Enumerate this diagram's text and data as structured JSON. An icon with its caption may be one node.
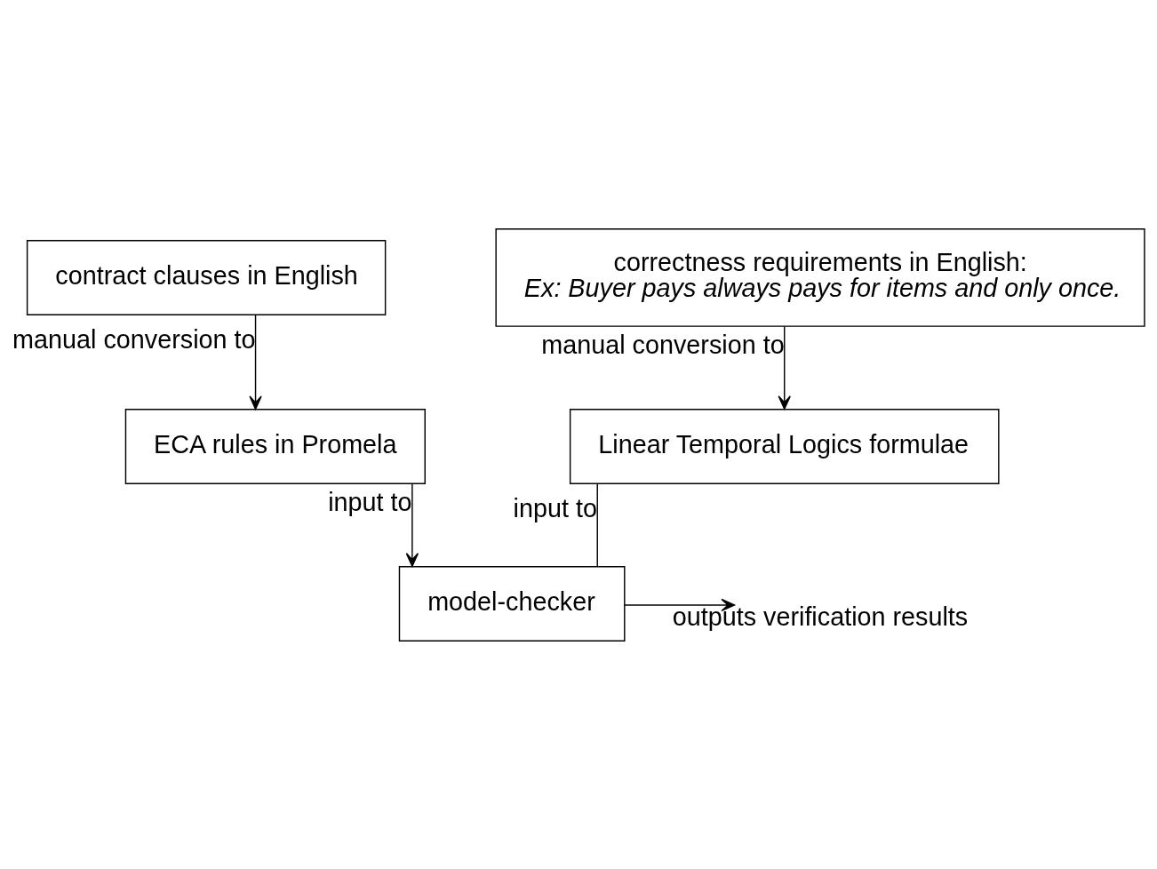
{
  "diagram": {
    "nodes": [
      {
        "text": [
          "contract clauses in English"
        ]
      },
      {
        "text": [
          "correctness requirements in English:",
          "Ex: Buyer pays always pays for items and only once."
        ]
      },
      {
        "text": [
          "ECA rules in Promela"
        ]
      },
      {
        "text": [
          "Linear Temporal Logics formulae"
        ]
      },
      {
        "text": [
          "model-checker"
        ]
      }
    ],
    "edges": [
      {
        "from": 0,
        "to": 2,
        "arrow": "to",
        "label": "manual conversion to"
      },
      {
        "from": 1,
        "to": 3,
        "arrow": "to",
        "label": "manual conversion to"
      },
      {
        "from": 2,
        "to": 4,
        "arrow": "to",
        "label": "input to"
      },
      {
        "from": 3,
        "to": 4,
        "arrow": "none",
        "label": "input to"
      },
      {
        "from": 4,
        "to": null,
        "arrow": "to",
        "label": "outputs verification results"
      }
    ]
  }
}
